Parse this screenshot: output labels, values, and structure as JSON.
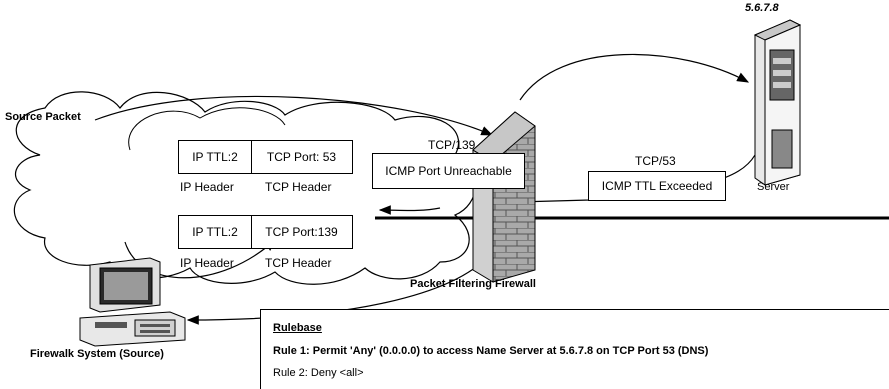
{
  "labels": {
    "server_ip": "5.6.7.8",
    "source_packet": "Source Packet",
    "server": "Server",
    "firewall": "Packet Filtering Firewall",
    "firewalk_system": "Firewalk System (Source)",
    "tcp139_label": "TCP/139",
    "tcp53_label": "TCP/53"
  },
  "packet1": {
    "ip_field": "IP TTL:2",
    "tcp_field": "TCP Port: 53",
    "ip_header": "IP Header",
    "tcp_header": "TCP Header"
  },
  "packet2": {
    "ip_field": "IP TTL:2",
    "tcp_field": "TCP Port:139",
    "ip_header": "IP Header",
    "tcp_header": "TCP Header"
  },
  "messages": {
    "icmp_port_unreachable": "ICMP Port Unreachable",
    "icmp_ttl_exceeded": "ICMP TTL Exceeded"
  },
  "rulebase": {
    "title": "Rulebase",
    "rule1": "Rule 1: Permit 'Any' (0.0.0.0) to access Name Server at 5.6.7.8 on TCP Port 53 (DNS)",
    "rule2": "Rule 2: Deny <all>"
  }
}
